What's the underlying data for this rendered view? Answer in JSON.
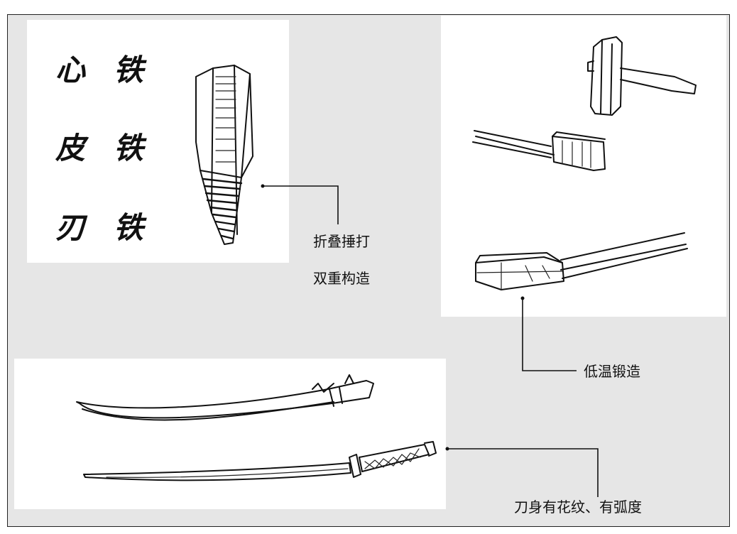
{
  "core_labels": {
    "row1_left": "心",
    "row1_right": "铁",
    "row2_left": "皮",
    "row2_right": "铁",
    "row3_left": "刃",
    "row3_right": "铁"
  },
  "annotations": {
    "fold_forging": "折叠捶打",
    "double_structure": "双重构造",
    "low_temp_forging": "低温锻造",
    "blade_pattern": "刀身有花纹、有弧度"
  },
  "icons": {
    "hammer": "hammer-icon",
    "tongs_with_billet": "tongs-icon",
    "layered_billet": "billet-icon",
    "steel_layers": "steel-core-icon",
    "scabbard": "scabbard-icon",
    "katana": "katana-icon"
  }
}
